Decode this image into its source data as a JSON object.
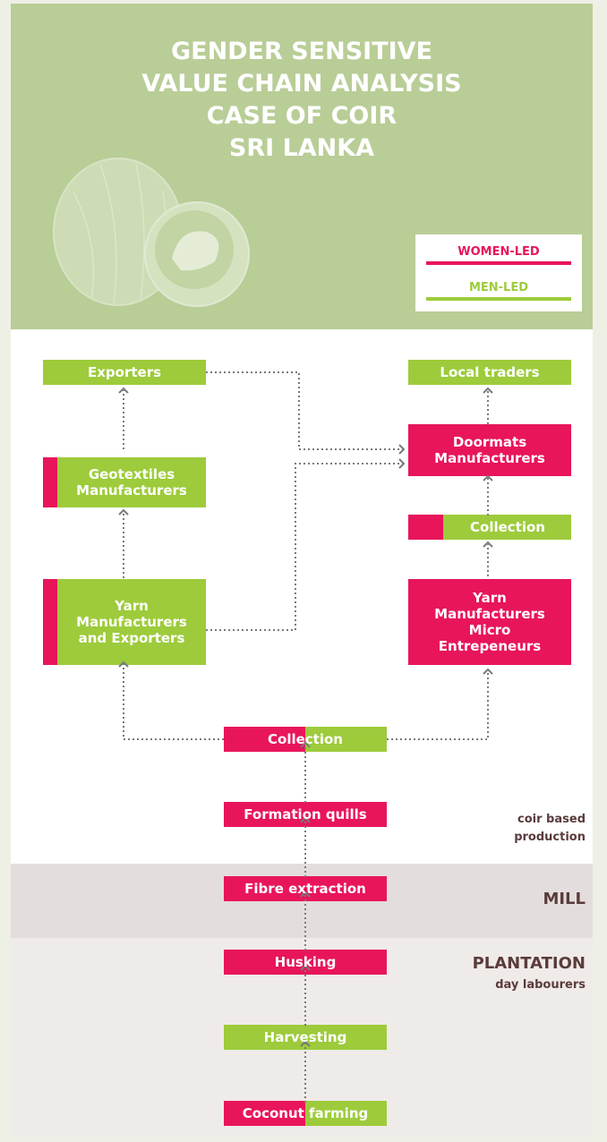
{
  "title": {
    "line1": "GENDER SENSITIVE",
    "line2": "VALUE CHAIN ANALYSIS",
    "line3": "CASE OF COIR",
    "line4": "SRI LANKA"
  },
  "legend": {
    "women_led": "WOMEN-LED",
    "men_led": "MEN-LED"
  },
  "colors": {
    "women_led": "#e8155b",
    "men_led": "#9dcb3b",
    "header_bg": "#b9cd97",
    "mill_band": "#e3dedd",
    "plantation_band": "#efebe9"
  },
  "nodes": {
    "exporters": "Exporters",
    "local_traders": "Local traders",
    "geotextiles": "Geotextiles Manufacturers",
    "doormats": "Doormats Manufacturers",
    "collection_right": "Collection",
    "yarn_exporters": "Yarn Manufacturers and Exporters",
    "yarn_micro": "Yarn Manufacturers Micro Entrepeneurs",
    "collection_center": "Collection",
    "formation_quills": "Formation quills",
    "fibre_extraction": "Fibre extraction",
    "husking": "Husking",
    "harvesting": "Harvesting",
    "coconut_farming": "Coconut farming"
  },
  "sections": {
    "coir_based": "coir based production",
    "mill": "MILL",
    "plantation": "PLANTATION",
    "day_labourers": "day labourers"
  },
  "icons": {
    "coconut": "coconut-illustration-icon",
    "arrow": "chevron-up-arrow-icon"
  }
}
